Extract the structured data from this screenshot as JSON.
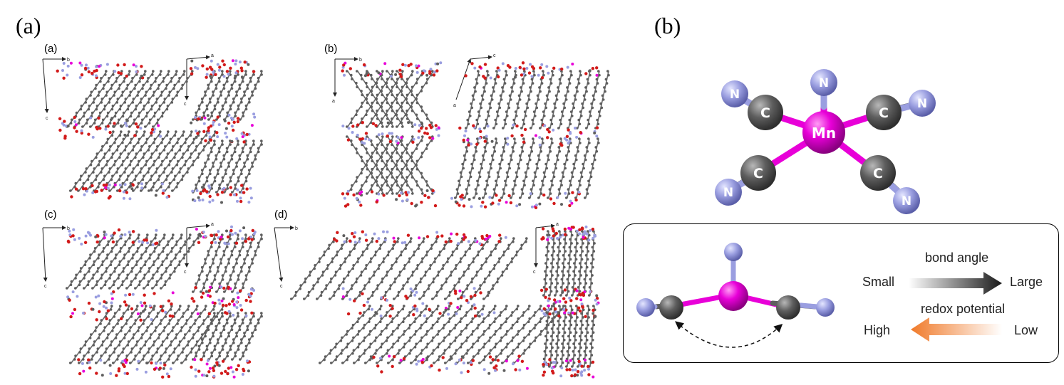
{
  "panels": {
    "a": {
      "label": "(a)"
    },
    "b": {
      "label": "(b)"
    }
  },
  "subpanels": [
    {
      "label": "(a)"
    },
    {
      "label": "(b)"
    },
    {
      "label": "(c)"
    },
    {
      "label": "(d)"
    }
  ],
  "axis_labels": {
    "b": "b",
    "c": "c",
    "a": "a"
  },
  "molecule": {
    "center_atom": "Mn",
    "carbon": "C",
    "nitrogen": "N"
  },
  "legend": {
    "bond_angle": "bond angle",
    "small": "Small",
    "large": "Large",
    "redox_potential": "redox potential",
    "high": "High",
    "low": "Low"
  },
  "colors": {
    "mn": "#e800d8",
    "carbon": "#5e5e5e",
    "nitrogen": "#9a9ee0",
    "oxygen": "#d21a1a",
    "arrow_dark": "#1a1a1a",
    "arrow_orange": "#f07a2a"
  }
}
